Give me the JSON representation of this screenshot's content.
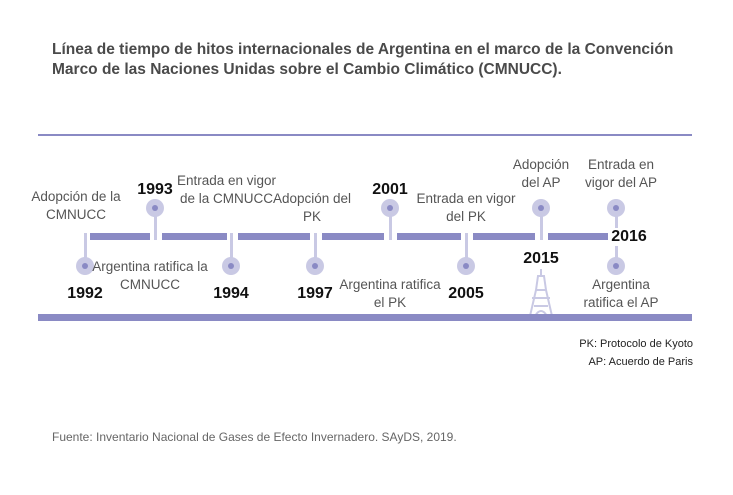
{
  "title": "Línea de tiempo de hitos internacionales de Argentina en el marco de la Convención Marco de las Naciones Unidas sobre el Cambio Climático (CMNUCC).",
  "events": [
    {
      "year": "1992",
      "label": "Adopción de la CMNUCC"
    },
    {
      "year": "1993",
      "label": "Argentina ratifica la CMNUCC"
    },
    {
      "year": "1994",
      "label": "Entrada en vigor de la CMNUCC"
    },
    {
      "year": "1997",
      "label": "Adopción del PK"
    },
    {
      "year": "2001",
      "label": "Argentina ratifica el PK"
    },
    {
      "year": "2005",
      "label": "Entrada en vigor del PK"
    },
    {
      "year": "2015",
      "label": "Adopción del AP"
    },
    {
      "year": "2016",
      "label": "Entrada en vigor del AP",
      "label2": "Argentina ratifica el AP"
    }
  ],
  "legend": [
    "PK: Protocolo de Kyoto",
    "AP: Acuerdo de Paris"
  ],
  "source": "Fuente: Inventario Nacional de Gases de Efecto Invernadero. SAyDS, 2019.",
  "colors": {
    "bar": "#8a8ac4",
    "dot": "#c9c9e4"
  }
}
